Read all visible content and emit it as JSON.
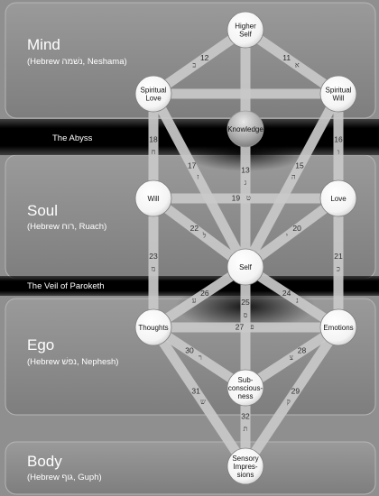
{
  "levels": [
    {
      "key": "mind",
      "title": "Mind",
      "subtitle": "(Hebrew נשׁמה, Neshama)"
    },
    {
      "key": "soul",
      "title": "Soul",
      "subtitle": "(Hebrew רוח, Ruach)"
    },
    {
      "key": "ego",
      "title": "Ego",
      "subtitle": "(Hebrew נפשׁ, Nephesh)"
    },
    {
      "key": "body",
      "title": "Body",
      "subtitle": "(Hebrew גוף, Guph)"
    }
  ],
  "bands": [
    {
      "key": "abyss",
      "label": "The Abyss"
    },
    {
      "key": "veil",
      "label": "The Veil of Paroketh"
    }
  ],
  "nodes": [
    {
      "key": "higher-self",
      "lines": [
        "Higher",
        "Self"
      ]
    },
    {
      "key": "spiritual-love",
      "lines": [
        "Spiritual",
        "Love"
      ]
    },
    {
      "key": "spiritual-will",
      "lines": [
        "Spiritual",
        "Will"
      ]
    },
    {
      "key": "knowledge",
      "lines": [
        "Knowledge"
      ]
    },
    {
      "key": "will",
      "lines": [
        "Will"
      ]
    },
    {
      "key": "love",
      "lines": [
        "Love"
      ]
    },
    {
      "key": "self",
      "lines": [
        "Self"
      ]
    },
    {
      "key": "thoughts",
      "lines": [
        "Thoughts"
      ]
    },
    {
      "key": "emotions",
      "lines": [
        "Emotions"
      ]
    },
    {
      "key": "subconsciousness",
      "lines": [
        "Sub-",
        "conscious-",
        "ness"
      ]
    },
    {
      "key": "sensory-impressions",
      "lines": [
        "Sensory",
        "Impres-",
        "sions"
      ]
    }
  ],
  "paths": [
    {
      "from": "higher-self",
      "to": "spiritual-love",
      "number": "12",
      "letter": "ב"
    },
    {
      "from": "higher-self",
      "to": "spiritual-will",
      "number": "11",
      "letter": "א"
    },
    {
      "from": "higher-self",
      "to": "self",
      "number": "13",
      "letter": "ג"
    },
    {
      "from": "spiritual-love",
      "to": "spiritual-will",
      "number": "",
      "letter": ""
    },
    {
      "from": "spiritual-love",
      "to": "will",
      "number": "18",
      "letter": "ח"
    },
    {
      "from": "spiritual-love",
      "to": "self",
      "number": "17",
      "letter": "ז"
    },
    {
      "from": "spiritual-will",
      "to": "self",
      "number": "15",
      "letter": "ה"
    },
    {
      "from": "spiritual-will",
      "to": "love",
      "number": "16",
      "letter": "ו"
    },
    {
      "from": "will",
      "to": "love",
      "number": "19",
      "letter": "ט"
    },
    {
      "from": "will",
      "to": "self",
      "number": "22",
      "letter": "ל"
    },
    {
      "from": "love",
      "to": "self",
      "number": "20",
      "letter": "י"
    },
    {
      "from": "will",
      "to": "thoughts",
      "number": "23",
      "letter": "מ"
    },
    {
      "from": "love",
      "to": "emotions",
      "number": "21",
      "letter": "כ"
    },
    {
      "from": "self",
      "to": "thoughts",
      "number": "26",
      "letter": "ע"
    },
    {
      "from": "self",
      "to": "emotions",
      "number": "24",
      "letter": "נ"
    },
    {
      "from": "self",
      "to": "subconsciousness",
      "number": "25",
      "letter": "ס"
    },
    {
      "from": "thoughts",
      "to": "emotions",
      "number": "27",
      "letter": "פ"
    },
    {
      "from": "thoughts",
      "to": "subconsciousness",
      "number": "30",
      "letter": "ר"
    },
    {
      "from": "emotions",
      "to": "subconsciousness",
      "number": "28",
      "letter": "צ"
    },
    {
      "from": "thoughts",
      "to": "sensory-impressions",
      "number": "31",
      "letter": "ש"
    },
    {
      "from": "emotions",
      "to": "sensory-impressions",
      "number": "29",
      "letter": "ק"
    },
    {
      "from": "subconsciousness",
      "to": "sensory-impressions",
      "number": "32",
      "letter": "ת"
    }
  ]
}
